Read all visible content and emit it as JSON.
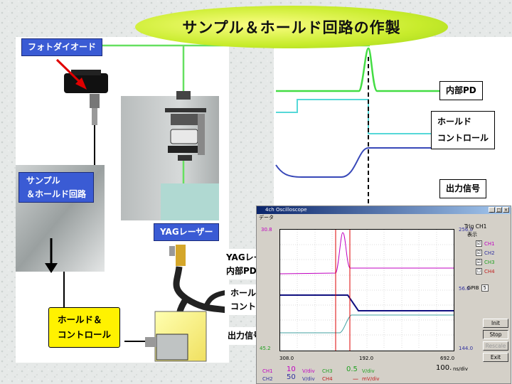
{
  "title": "サンプル＆ホールド回路の作製",
  "labels": {
    "photodiode": "フォトダイオード",
    "sample_hold_line1": "サンプル",
    "sample_hold_line2": "＆ホールド回路",
    "yag_laser": "YAGレーザー",
    "yag_internal_line1": "YAGレーザー",
    "yag_internal_line2": "内部PD",
    "hold_control_line1": "ホールド",
    "hold_control_line2": "コントロール",
    "output_signal": "出力信号",
    "hold_and_control_line1": "ホールド＆",
    "hold_and_control_line2": "コントロール",
    "timing_internal_pd": "内部PD",
    "timing_hold_line1": "ホールド",
    "timing_hold_line2": "コントロール",
    "timing_output": "出力信号"
  },
  "oscilloscope": {
    "window_title": "4ch Oscilloscope",
    "menu": "データ",
    "ch_left_top": "30.8",
    "ch_left_bottom": "45.2",
    "ch_right_top": "256.0",
    "ch_right_mid": "56.0",
    "ch_right_bottom": "144.0",
    "x_left": "308.0",
    "x_mid": "192.0",
    "x_right": "692.0",
    "time_div": "100.",
    "time_unit": "ns/div",
    "trig": "Trig CH1",
    "display": "表示",
    "channels": [
      {
        "name": "CH1",
        "checked": "☑",
        "color": "#c000c0"
      },
      {
        "name": "CH2",
        "checked": "☑",
        "color": "#3030a0"
      },
      {
        "name": "CH3",
        "checked": "☑",
        "color": "#20a020"
      },
      {
        "name": "CH4",
        "checked": "☐",
        "color": "#c02020"
      }
    ],
    "gpib_label": "GPIB",
    "gpib_value": "5",
    "buttons": {
      "init": "Init",
      "stop": "Stop",
      "rescale": "Rescale",
      "exit": "Exit"
    },
    "ch1_label": "CH1",
    "ch1_value": "10",
    "ch1_unit": "V/div",
    "ch2_label": "CH2",
    "ch2_value": "50",
    "ch2_unit": "V/div",
    "ch3_label": "CH3",
    "ch3_value": "0.5",
    "ch3_unit": "V/div",
    "ch4_label": "CH4",
    "ch4_value": "－",
    "ch4_unit": "mV/div"
  }
}
